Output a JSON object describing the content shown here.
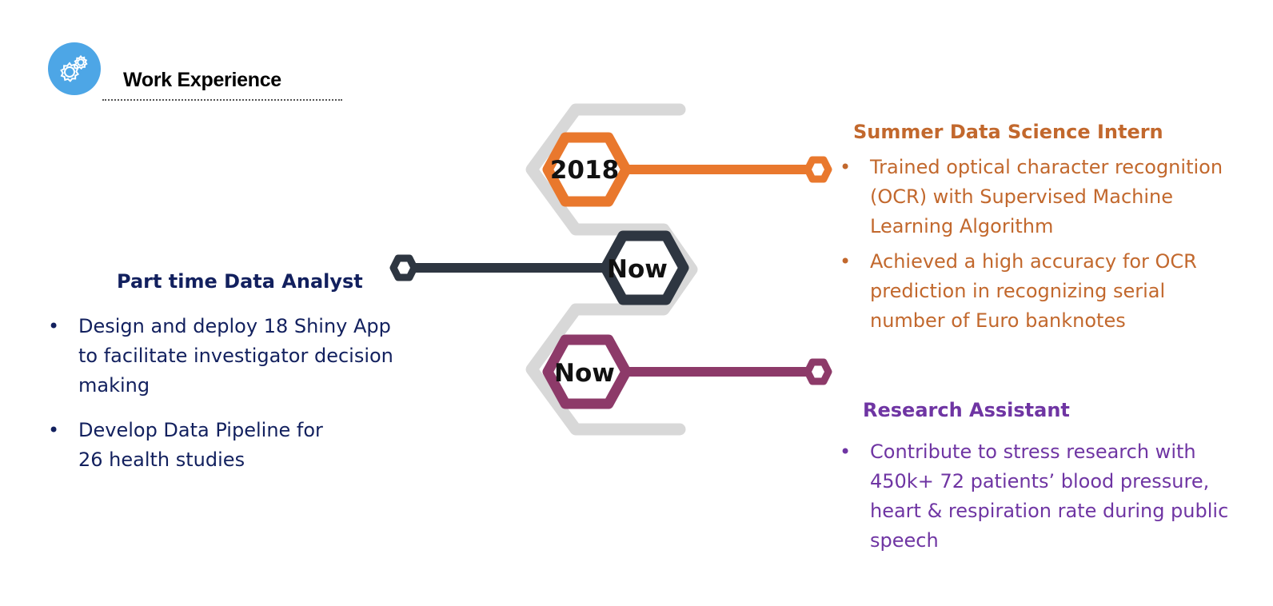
{
  "header": {
    "title": "Work Experience",
    "icon": "gears-icon"
  },
  "timeline": {
    "nodes": [
      {
        "label": "2018",
        "color": "#e9782d"
      },
      {
        "label": "Now",
        "color": "#2e3641"
      },
      {
        "label": "Now",
        "color": "#8d3a69"
      }
    ],
    "track_color": "#d8d8d8"
  },
  "left": {
    "title": "Part time Data Analyst",
    "color": "#12205e",
    "bullets": [
      "Design and deploy 18 Shiny App to facilitate investigator decision making",
      "Develop Data Pipeline for 26 health studies"
    ]
  },
  "right_top": {
    "title": "Summer Data Science Intern",
    "color": "#c2682d",
    "bullets": [
      "Trained optical character recognition (OCR) with Supervised Machine Learning Algorithm",
      "Achieved a high accuracy for OCR prediction in recognizing serial number of Euro banknotes"
    ]
  },
  "right_bottom": {
    "title": "Research Assistant",
    "color": "#6f35a3",
    "bullets": [
      "Contribute to stress research with 450k+ 72 patients’ blood pressure, heart & respiration rate during public speech"
    ]
  },
  "colors": {
    "icon_bg": "#4da6e6"
  }
}
